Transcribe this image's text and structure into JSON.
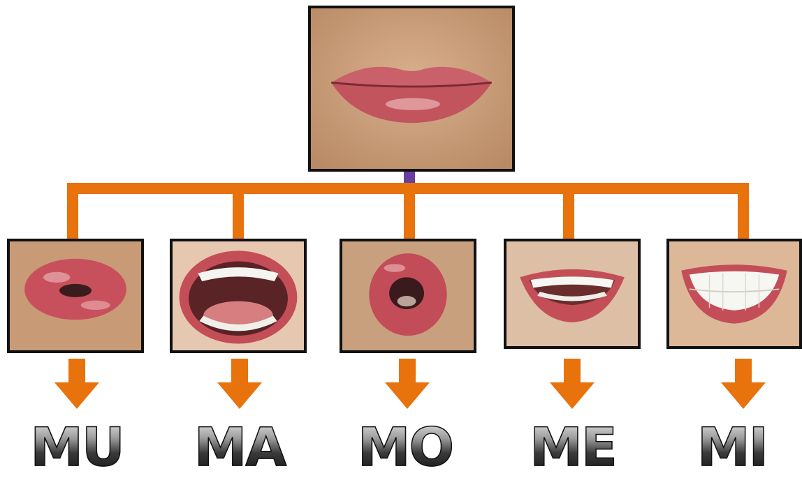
{
  "diagram": {
    "root": {
      "image": "lips-closed-neutral"
    },
    "colors": {
      "connector": "#e8720c",
      "stem": "#6a3ea0",
      "frame": "#111111"
    },
    "nodes": [
      {
        "syllable": "MU",
        "image": "lips-puckered-kiss"
      },
      {
        "syllable": "MA",
        "image": "mouth-wide-open"
      },
      {
        "syllable": "MO",
        "image": "lips-rounded-o"
      },
      {
        "syllable": "ME",
        "image": "lips-smile-teeth"
      },
      {
        "syllable": "MI",
        "image": "lips-broad-smile-teeth"
      }
    ]
  }
}
